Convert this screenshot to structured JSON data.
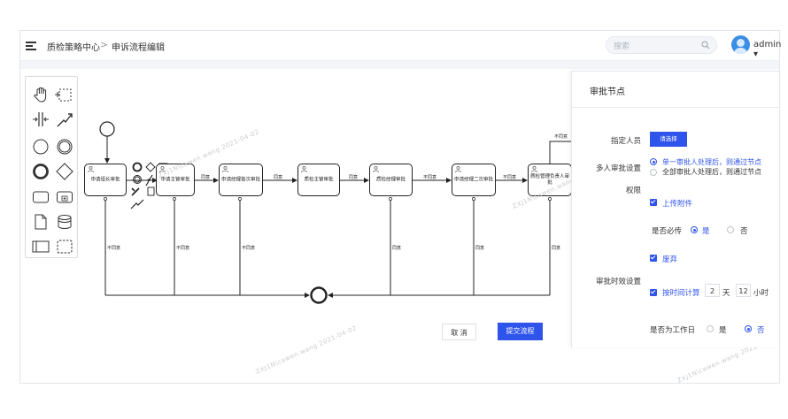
{
  "header": {
    "breadcrumb": [
      "质检策略中心",
      "申诉流程编辑"
    ],
    "breadcrumb_sep": ">",
    "search_placeholder": "搜索",
    "user": "admin ▾"
  },
  "palette": {
    "tools": [
      "hand-tool-icon",
      "lasso-tool-icon",
      "space-tool-icon",
      "connect-tool-icon",
      "start-event-icon",
      "intermediate-event-icon",
      "end-event-icon",
      "gateway-icon",
      "task-icon",
      "subprocess-icon",
      "data-object-icon",
      "data-store-icon",
      "pool-icon",
      "group-icon"
    ]
  },
  "diagram": {
    "tasks": [
      "申请组长审批",
      "申请主管审批",
      "申请经理首次审批",
      "质检主管审批",
      "质检经理审批",
      "申请经理二次审批",
      "质检管理负责人审批"
    ],
    "flow_labels": {
      "agree": "同意",
      "disagree": "不同意",
      "top_disagree": "不同意"
    },
    "watermark": "ZXJ1N\\cawen.wang  2021-04-02"
  },
  "actions": {
    "cancel": "取 消",
    "submit": "提交流程"
  },
  "panel": {
    "title": "审批节点",
    "assignee_label": "指定人员",
    "select_button": "请选择",
    "multi_label": "多人审批设置",
    "multi_options": [
      "单一审批人处理后，则通过节点",
      "全部审批人处理后，则通过节点"
    ],
    "permission_label": "权限",
    "upload_label": "上传附件",
    "required_label": "是否必传",
    "yes": "是",
    "no": "否",
    "discard_label": "废弃",
    "timeout_label": "审批时效设置",
    "timing_label": "按时间计算",
    "days_value": "2",
    "days_unit": "天",
    "hours_value": "12",
    "hours_unit": "小时",
    "workday_label": "是否为工作日",
    "workday_yes": "是",
    "workday_no": "否"
  },
  "colors": {
    "accent": "#2f54eb",
    "avatar": "#3a8ee6"
  }
}
